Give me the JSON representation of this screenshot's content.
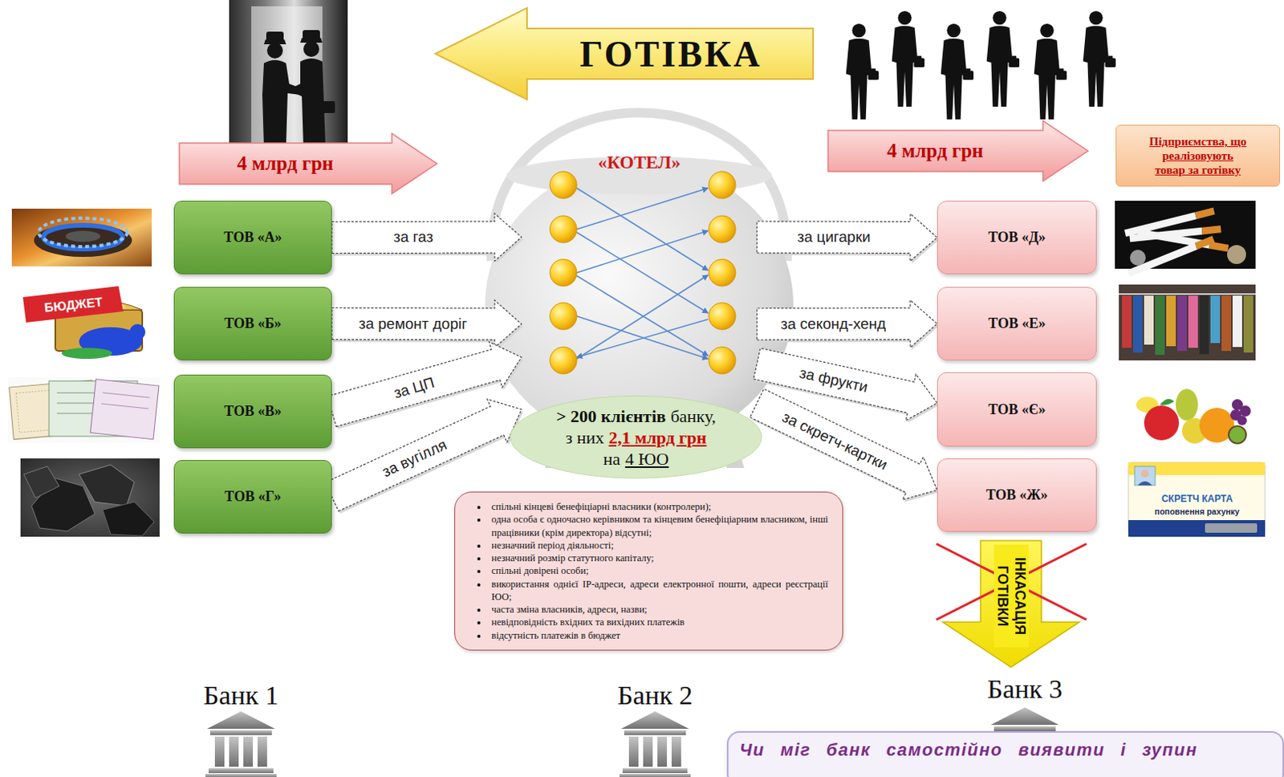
{
  "diagram": {
    "nodes": [
      {
        "text": [
          "ГОТІВКА"
        ]
      },
      {
        "text": [
          "4 млрд грн"
        ]
      },
      {
        "text": [
          "«КОТЕЛ»"
        ]
      },
      {
        "text": [
          "4 млрд грн"
        ]
      },
      {
        "text": [
          "Підприємства, що реалізовують товар за готівку"
        ]
      },
      {
        "text": [
          "ТОВ «А»"
        ]
      },
      {
        "text": [
          "ТОВ «Б»"
        ]
      },
      {
        "text": [
          "ТОВ «В»"
        ]
      },
      {
        "text": [
          "ТОВ «Г»"
        ]
      },
      {
        "text": [
          "> 200 клієнтів",
          "банку,",
          "з них",
          "2,1 млрд грн",
          "на",
          "4 ЮО"
        ]
      },
      {
        "text": [
          "спільні кінцеві бенефіціарні власники (контролери);",
          "одна особа є одночасно керівником та кінцевим бенефіціарним власником, інші працівники (крім директора) відсутні;",
          "незначний період діяльності;",
          "незначний розмір статутного капіталу;",
          "спільні довірені особи;",
          "використання однієї IP-адреси, адреси електронної пошти, адреси реєстрації ЮО;",
          "часта зміна власників, адреси, назви;",
          "невідповідність вхідних та вихідних платежів",
          "відсутність платежів в бюджет"
        ]
      },
      {
        "text": [
          "ТОВ «Д»"
        ]
      },
      {
        "text": [
          "ТОВ «Е»"
        ]
      },
      {
        "text": [
          "ТОВ «Є»"
        ]
      },
      {
        "text": [
          "ТОВ «Ж»"
        ]
      },
      {
        "text": [
          "ІНКАСАЦІЯ ГОТІВКИ"
        ]
      },
      {
        "text": [
          "Чи міг банк самостійно виявити і зупин"
        ]
      }
    ],
    "edges": [
      {
        "from": 5,
        "to": 2,
        "label": "за газ",
        "arrow": "to"
      },
      {
        "from": 6,
        "to": 2,
        "label": "за ремонт доріг",
        "arrow": "to"
      },
      {
        "from": 7,
        "to": 2,
        "label": "за ЦП",
        "arrow": "to"
      },
      {
        "from": 8,
        "to": 2,
        "label": "за вугілля",
        "arrow": "to"
      },
      {
        "from": 2,
        "to": 11,
        "label": "за цигарки",
        "arrow": "to"
      },
      {
        "from": 2,
        "to": 12,
        "label": "за секонд-хенд",
        "arrow": "to"
      },
      {
        "from": 2,
        "to": 13,
        "label": "за фрукти",
        "arrow": "to"
      },
      {
        "from": 2,
        "to": 14,
        "label": "за скретч-картки",
        "arrow": "to"
      }
    ],
    "labels": [
      "БЮДЖЕТ",
      "СКРЕТЧ КАРТА",
      "поповнення рахунку",
      "Банк 1",
      "Банк 2",
      "Банк 3"
    ]
  }
}
